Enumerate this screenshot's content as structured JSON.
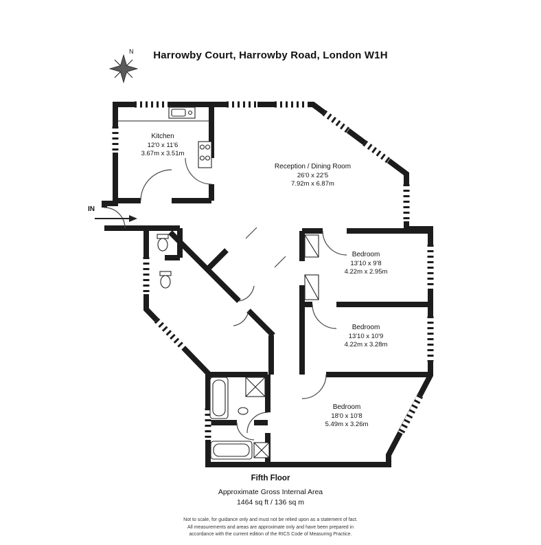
{
  "title": "Harrowby Court, Harrowby Road, London W1H",
  "compass": {
    "north": "N"
  },
  "entrance": {
    "label": "IN"
  },
  "rooms": {
    "kitchen": {
      "name": "Kitchen",
      "imperial": "12'0 x 11'6",
      "metric": "3.67m x 3.51m"
    },
    "reception": {
      "name": "Reception / Dining Room",
      "imperial": "26'0 x 22'5",
      "metric": "7.92m x 6.87m"
    },
    "bedroom_top": {
      "name": "Bedroom",
      "imperial": "13'10 x 9'8",
      "metric": "4.22m x 2.95m"
    },
    "bedroom_middle": {
      "name": "Bedroom",
      "imperial": "13'10 x 10'9",
      "metric": "4.22m x 3.28m"
    },
    "bedroom_bottom": {
      "name": "Bedroom",
      "imperial": "18'0 x 10'8",
      "metric": "5.49m x 3.26m"
    }
  },
  "footer": {
    "floor": "Fifth Floor",
    "area_label": "Approximate Gross Internal Area",
    "area_value": "1464 sq ft / 136 sq m"
  },
  "disclaimer": [
    "Not to scale, for guidance only and must not be relied upon as a statement of fact.",
    "All measurements and areas are approximate only and have been prepared in",
    "accordance with the current edition of the RICS Code of Measuring Practice."
  ],
  "colors": {
    "wall": "#1c1c1c"
  }
}
